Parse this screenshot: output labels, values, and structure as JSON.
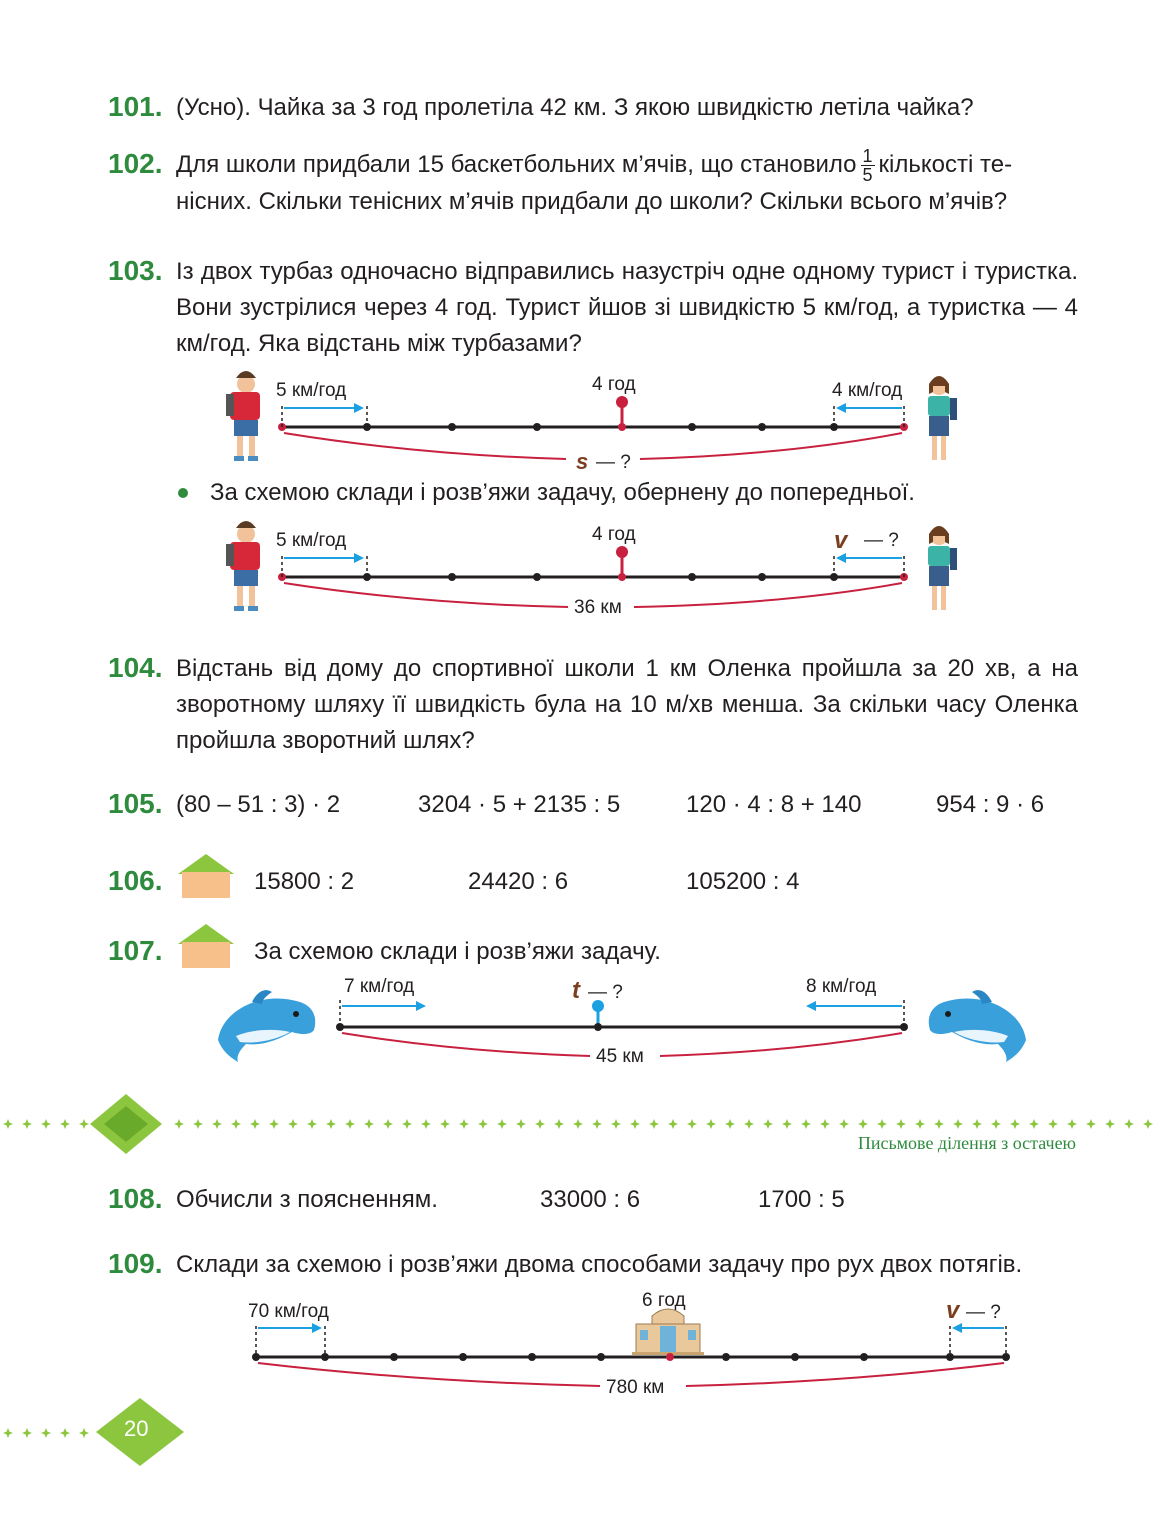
{
  "tasks": {
    "t101": {
      "num": "101.",
      "text": "(Усно). Чайка за 3 год пролетіла 42 км. З якою швидкістю летіла чайка?"
    },
    "t102": {
      "num": "102.",
      "text_a": "Для школи придбали 15 баскетбольних м’ячів, що становило",
      "frac_n": "1",
      "frac_d": "5",
      "text_b": "кількості те-",
      "text_c": "нісних. Скільки тенісних м’ячів придбали до школи? Скільки всього м’ячів?"
    },
    "t103": {
      "num": "103.",
      "text": "Із двох турбаз одночасно відправились назустріч одне одному турист і туристка. Вони зустрілися через 4 год. Турист йшов зі швидкістю 5 км/год, а туристка — 4 км/год. Яка відстань між турбазами?"
    },
    "t103_bullet": "За схемою склади і розв’яжи задачу, обернену до попередньої.",
    "t104": {
      "num": "104.",
      "text": "Відстань від дому до спортивної школи 1 км Оленка пройшла за 20 хв, а на зворотному шляху її швидкість була на 10 м/хв менша. За скільки часу Оленка пройшла зворотний шлях?"
    },
    "t105": {
      "num": "105.",
      "e1": "(80 – 51 : 3) · 2",
      "e2": "3204 · 5 + 2135 : 5",
      "e3": "120 · 4 : 8 + 140",
      "e4": "954 : 9 · 6"
    },
    "t106": {
      "num": "106.",
      "e1": "15800 : 2",
      "e2": "24420 : 6",
      "e3": "105200 : 4"
    },
    "t107": {
      "num": "107.",
      "text": "За схемою склади і розв’яжи задачу."
    },
    "t108": {
      "num": "108.",
      "text": "Обчисли з поясненням.",
      "e1": "33000 : 6",
      "e2": "1700 : 5"
    },
    "t109": {
      "num": "109.",
      "text": "Склади за схемою і розв’яжи двома способами задачу про рух двох потягів."
    }
  },
  "diagrams": {
    "d1": {
      "left_speed": "5 км/год",
      "time": "4 год",
      "right_speed": "4 км/год",
      "dist_var": "s",
      "dist_q": "— ?"
    },
    "d2": {
      "left_speed": "5 км/год",
      "time": "4 год",
      "right_var": "v",
      "right_q": "— ?",
      "distance": "36 км"
    },
    "d3": {
      "left_speed": "7 км/год",
      "time_var": "t",
      "time_q": "— ?",
      "right_speed": "8 км/год",
      "distance": "45 км"
    },
    "d4": {
      "left_speed": "70 км/год",
      "time": "6 год",
      "right_var": "v",
      "right_q": "— ?",
      "distance": "780 км"
    }
  },
  "section_header": "Письмове ділення з остачею",
  "page_number": "20",
  "colors": {
    "green": "#2e8b3d",
    "red": "#c8203f",
    "blue": "#1ba1e2",
    "brown": "#7b3f20",
    "lime": "#8cc63f"
  }
}
